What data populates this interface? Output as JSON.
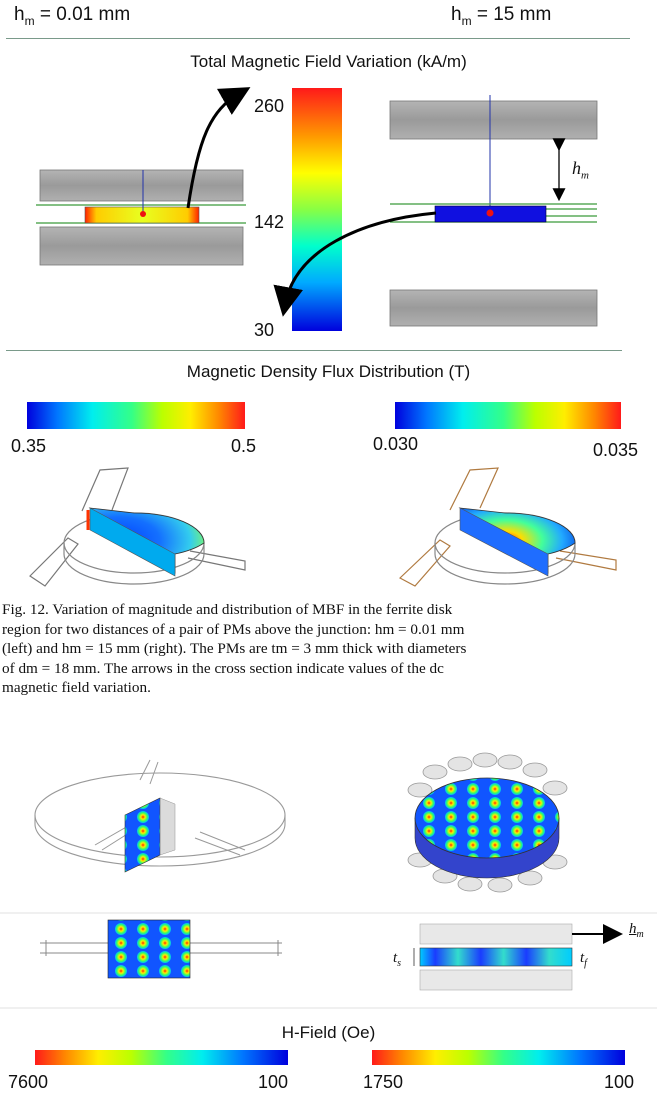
{
  "top": {
    "left_header": "h",
    "left_header_sub": "m",
    "left_header_value": " = 0.01 mm",
    "right_header": "h",
    "right_header_sub": "m",
    "right_header_value": " = 15 mm",
    "field_title": "Total Magnetic Field Variation (kA/m)",
    "field_scale": {
      "max": "260",
      "mid": "142",
      "min": "30"
    },
    "hm_label": "h",
    "hm_sub": "m"
  },
  "flux": {
    "title": "Magnetic Density Flux Distribution (T)",
    "left_scale": {
      "min": "0.35",
      "max": "0.5"
    },
    "right_scale": {
      "min": "0.030",
      "max": "0.035"
    }
  },
  "caption": {
    "lines": [
      "Fig. 12.   Variation of magnitude and distribution of MBF in the ferrite disk",
      "region for two distances of a pair of PMs above the junction: hm = 0.01 mm",
      "(left) and hm = 15 mm (right). The PMs are tm = 3 mm thick with diameters",
      "of dm = 18 mm. The arrows in the cross section indicate values of the dc",
      "magnetic field variation."
    ]
  },
  "bottom": {
    "ts_label": "t",
    "ts_sub": "s",
    "tf_label": "t",
    "tf_sub": "f",
    "hm_label": "h",
    "hm_sub": "m",
    "hfield_title": "H-Field (Oe)",
    "left_scale": {
      "max": "7600",
      "min": "100"
    },
    "right_scale": {
      "max": "1750",
      "min": "100"
    }
  },
  "colors": {
    "divider": "#7a9a8a",
    "ferrite_gray": "#9a9a9a",
    "green_line": "#3a9a3a",
    "disk_blue": "#1010e0",
    "arrow": "#000000"
  }
}
